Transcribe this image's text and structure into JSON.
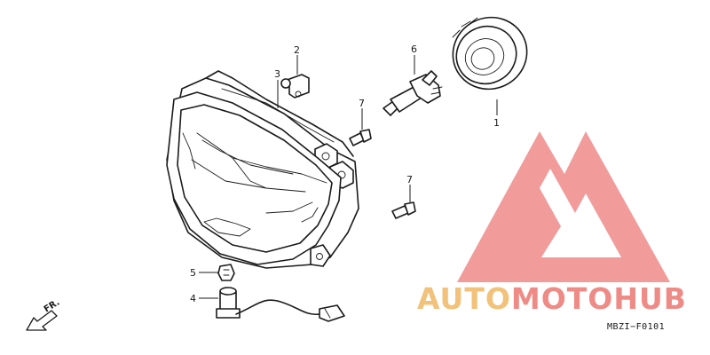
{
  "diagram": {
    "code": "MBZI−F0101",
    "direction_label": "FR.",
    "callouts": [
      "1",
      "2",
      "3",
      "4",
      "5",
      "6",
      "7",
      "7"
    ]
  },
  "watermark": {
    "auto": "AUTO",
    "moto": "MOTO",
    "hub": "HUB",
    "colors": {
      "triangle": "#f08a8a",
      "auto": "#f2c17a",
      "moto": "#ef8b86",
      "hub": "#ef8b86"
    }
  }
}
